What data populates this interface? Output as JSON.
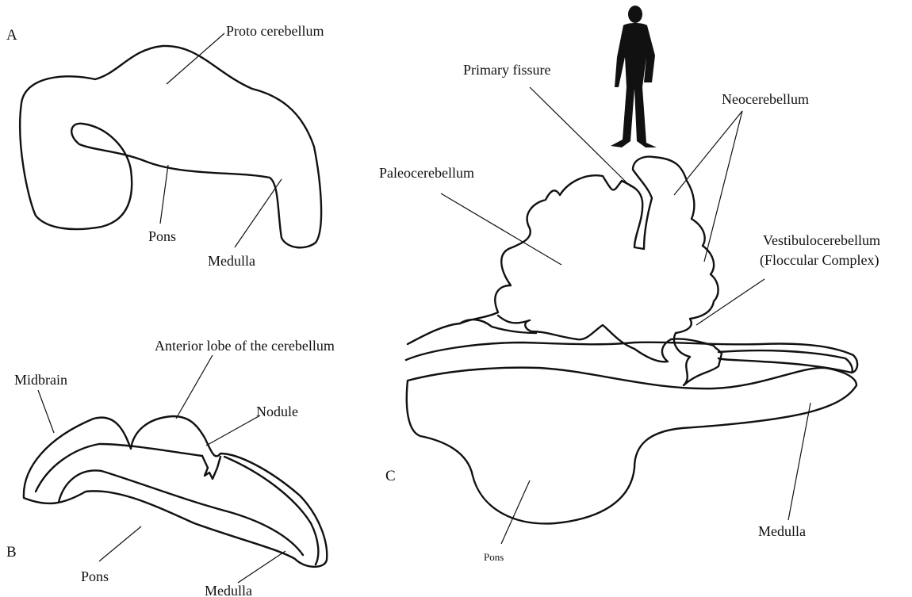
{
  "colors": {
    "ink": "#111111",
    "background": "#ffffff"
  },
  "icons": {
    "human_figure": "standing-human-silhouette-icon"
  },
  "panels": {
    "a": {
      "letter": "A",
      "labels": {
        "proto_cerebellum": "Proto cerebellum",
        "pons": "Pons",
        "medulla": "Medulla"
      }
    },
    "b": {
      "letter": "B",
      "labels": {
        "anterior_lobe": "Anterior lobe of the cerebellum",
        "midbrain": "Midbrain",
        "nodule": "Nodule",
        "pons": "Pons",
        "medulla": "Medulla"
      }
    },
    "c": {
      "letter": "C",
      "labels": {
        "primary_fissure": "Primary fissure",
        "neocerebellum": "Neocerebellum",
        "paleocerebellum": "Paleocerebellum",
        "vestibulocerebellum": "Vestibulocerebellum",
        "floccular_complex": "(Floccular Complex)",
        "pons": "Pons",
        "medulla": "Medulla"
      }
    }
  }
}
